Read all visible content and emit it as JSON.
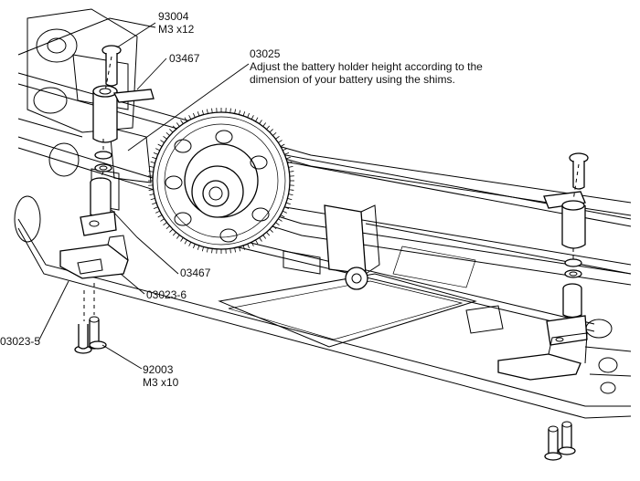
{
  "callouts": {
    "screw_top": {
      "code": "93004",
      "size": "M3 x12"
    },
    "holder_top": {
      "code": "03467"
    },
    "shim_note": {
      "code": "03025",
      "line1": "Adjust the battery holder height according to the",
      "line2": "dimension of your battery using the shims."
    },
    "holder_bottom": {
      "code": "03467"
    },
    "mount_6": {
      "code": "03023-6"
    },
    "mount_5": {
      "code": "03023-5"
    },
    "screw_bottom": {
      "code": "92003",
      "size": "M3 x10"
    }
  }
}
